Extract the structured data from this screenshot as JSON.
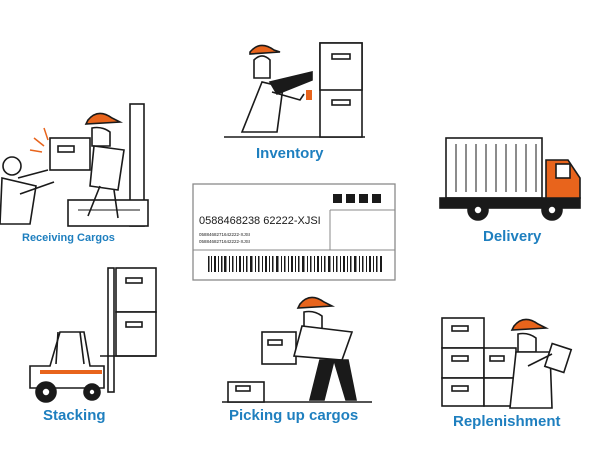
{
  "labels": {
    "receiving": "Receiving Cargos",
    "inventory": "Inventory",
    "delivery": "Delivery",
    "stacking": "Stacking",
    "picking": "Picking up cargos",
    "replenishment": "Replenishment"
  },
  "label_card": {
    "code": "0588468238 62222-XJSI",
    "small_line_1": "0588468271642222-XJSI",
    "small_line_2": "0588468271642222-XJSI"
  },
  "colors": {
    "accent_orange": "#e8641c",
    "label_blue": "#1e7fbf",
    "ink": "#1a1a1a"
  }
}
